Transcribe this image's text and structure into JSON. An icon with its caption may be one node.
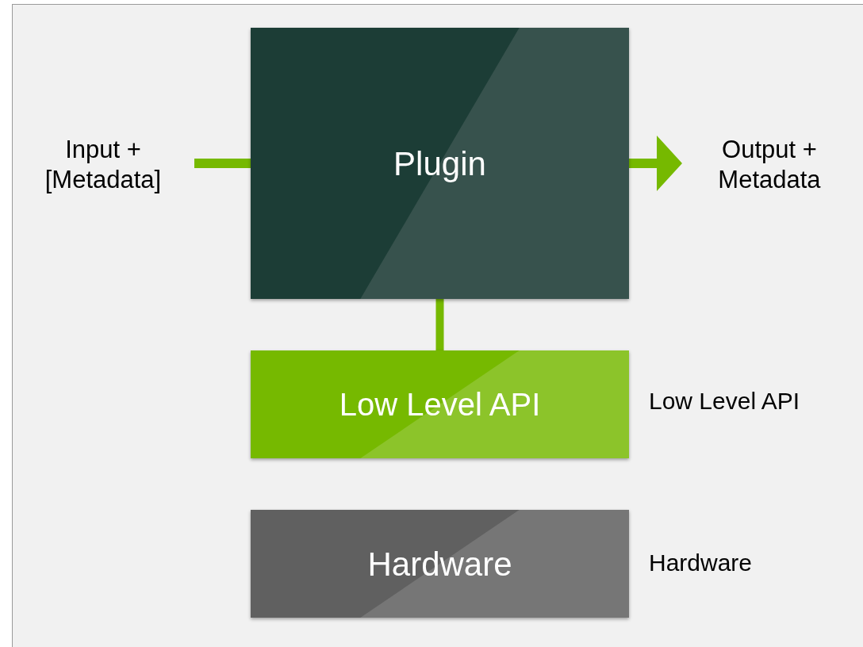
{
  "diagram": {
    "nodes": [
      {
        "text": [
          "Input + [Metadata]"
        ]
      },
      {
        "text": [
          "Plugin"
        ]
      },
      {
        "text": [
          "Output + Metadata"
        ]
      },
      {
        "text": [
          "Low Level API"
        ],
        "beside": [
          "Low Level API"
        ]
      },
      {
        "text": [
          "Hardware"
        ],
        "beside": [
          "Hardware"
        ]
      }
    ],
    "edges": [
      {
        "from": 0,
        "to": 1,
        "arrow": "none"
      },
      {
        "from": 1,
        "to": 2,
        "arrow": "to"
      },
      {
        "from": 1,
        "to": 3,
        "arrow": "none"
      }
    ]
  }
}
